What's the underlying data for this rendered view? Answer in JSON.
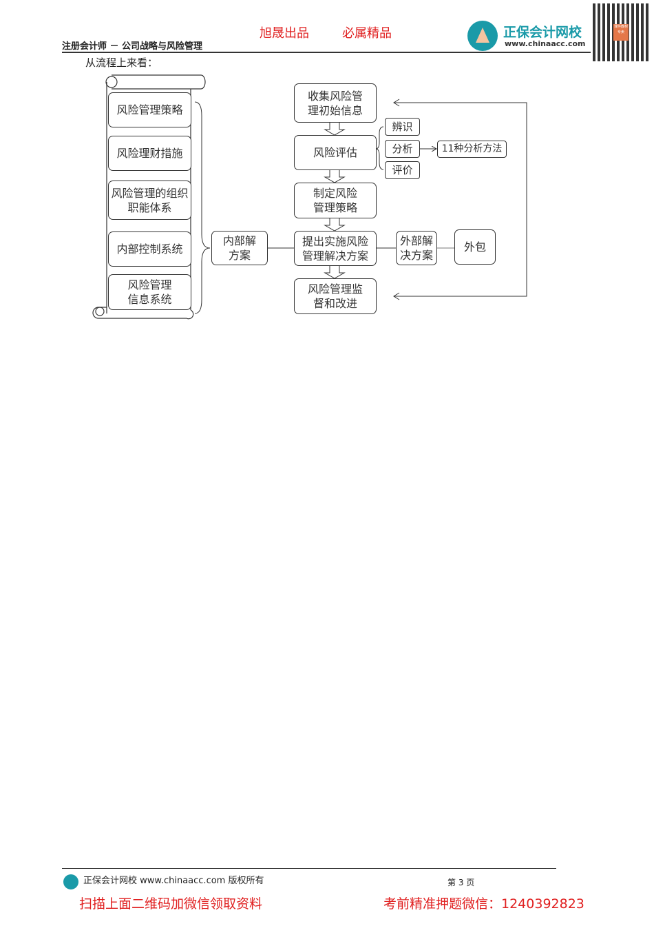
{
  "header": {
    "slogan_left": "旭晟出品",
    "slogan_right": "必属精品",
    "doc_title": "注册会计师 － 公司战略与风险管理",
    "logo_name": "正保会计网校",
    "logo_url": "www.chinaacc.com",
    "qr_caption": "课件教材专卖"
  },
  "intro": "从流程上来看：",
  "diagram": {
    "scroll_items": [
      "风险管理策略",
      "风险理财措施",
      "风险管理的组织职能体系",
      "内部控制系统",
      "风险管理信息系统"
    ],
    "internal_solution": "内部解方案",
    "steps": [
      "收集风险管理初始信息",
      "风险评估",
      "制定风险管理策略",
      "提出实施风险管理解决方案",
      "风险管理监督和改进"
    ],
    "assessment_parts": [
      "辨识",
      "分析",
      "评价"
    ],
    "analysis_methods": "11种分析方法",
    "external_solution": "外部解决方案",
    "outsourcing": "外包"
  },
  "footer": {
    "copyright": "正保会计网校 www.chinaacc.com 版权所有",
    "page": "第 3 页",
    "promo_left": "扫描上面二维码加微信领取资料",
    "promo_right": "考前精准押题微信：1240392823"
  },
  "colors": {
    "accent_red": "#e02020",
    "logo_teal": "#1a9aa8"
  }
}
